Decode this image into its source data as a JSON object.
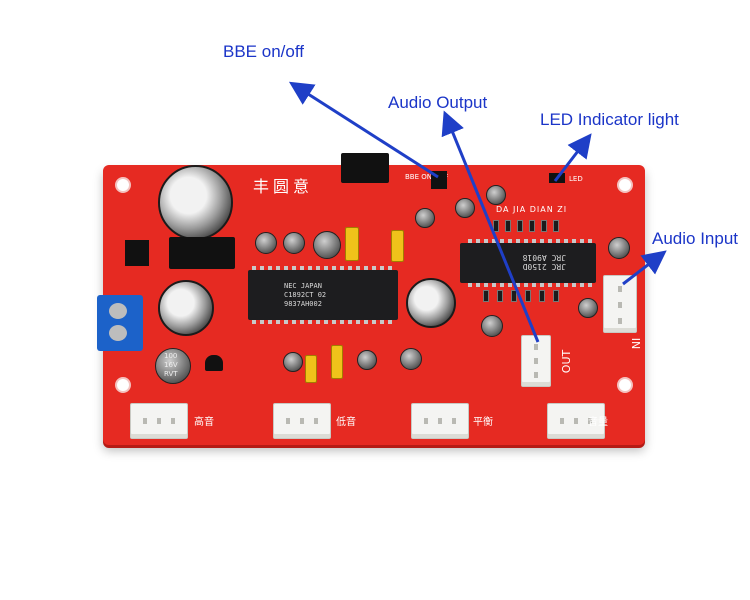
{
  "callouts": {
    "bbe": "BBE on/off",
    "audio_output": "Audio Output",
    "led": "LED Indicator light",
    "audio_input": "Audio Input"
  },
  "board": {
    "brand_cn": "丰圆意",
    "brand_pinyin": "DA JIA DIAN ZI",
    "bbe_silk": "BBE ON-OFF",
    "led_silk": "LED",
    "in_silk": "IN",
    "out_silk": "OUT",
    "knob_labels": [
      "高音",
      "低音",
      "平衡",
      "音量"
    ],
    "chip_main": [
      "NEC JAPAN",
      "C1892CT 02",
      "9837AH002"
    ],
    "chip_jrc": [
      "JRC 2150D",
      "JRC A9018"
    ],
    "cap_values": [
      "100",
      "16V",
      "RVT"
    ]
  },
  "colors": {
    "pcb": "#e62a22",
    "callout_text": "#1b35c8",
    "arrow": "#1f3fc7"
  }
}
